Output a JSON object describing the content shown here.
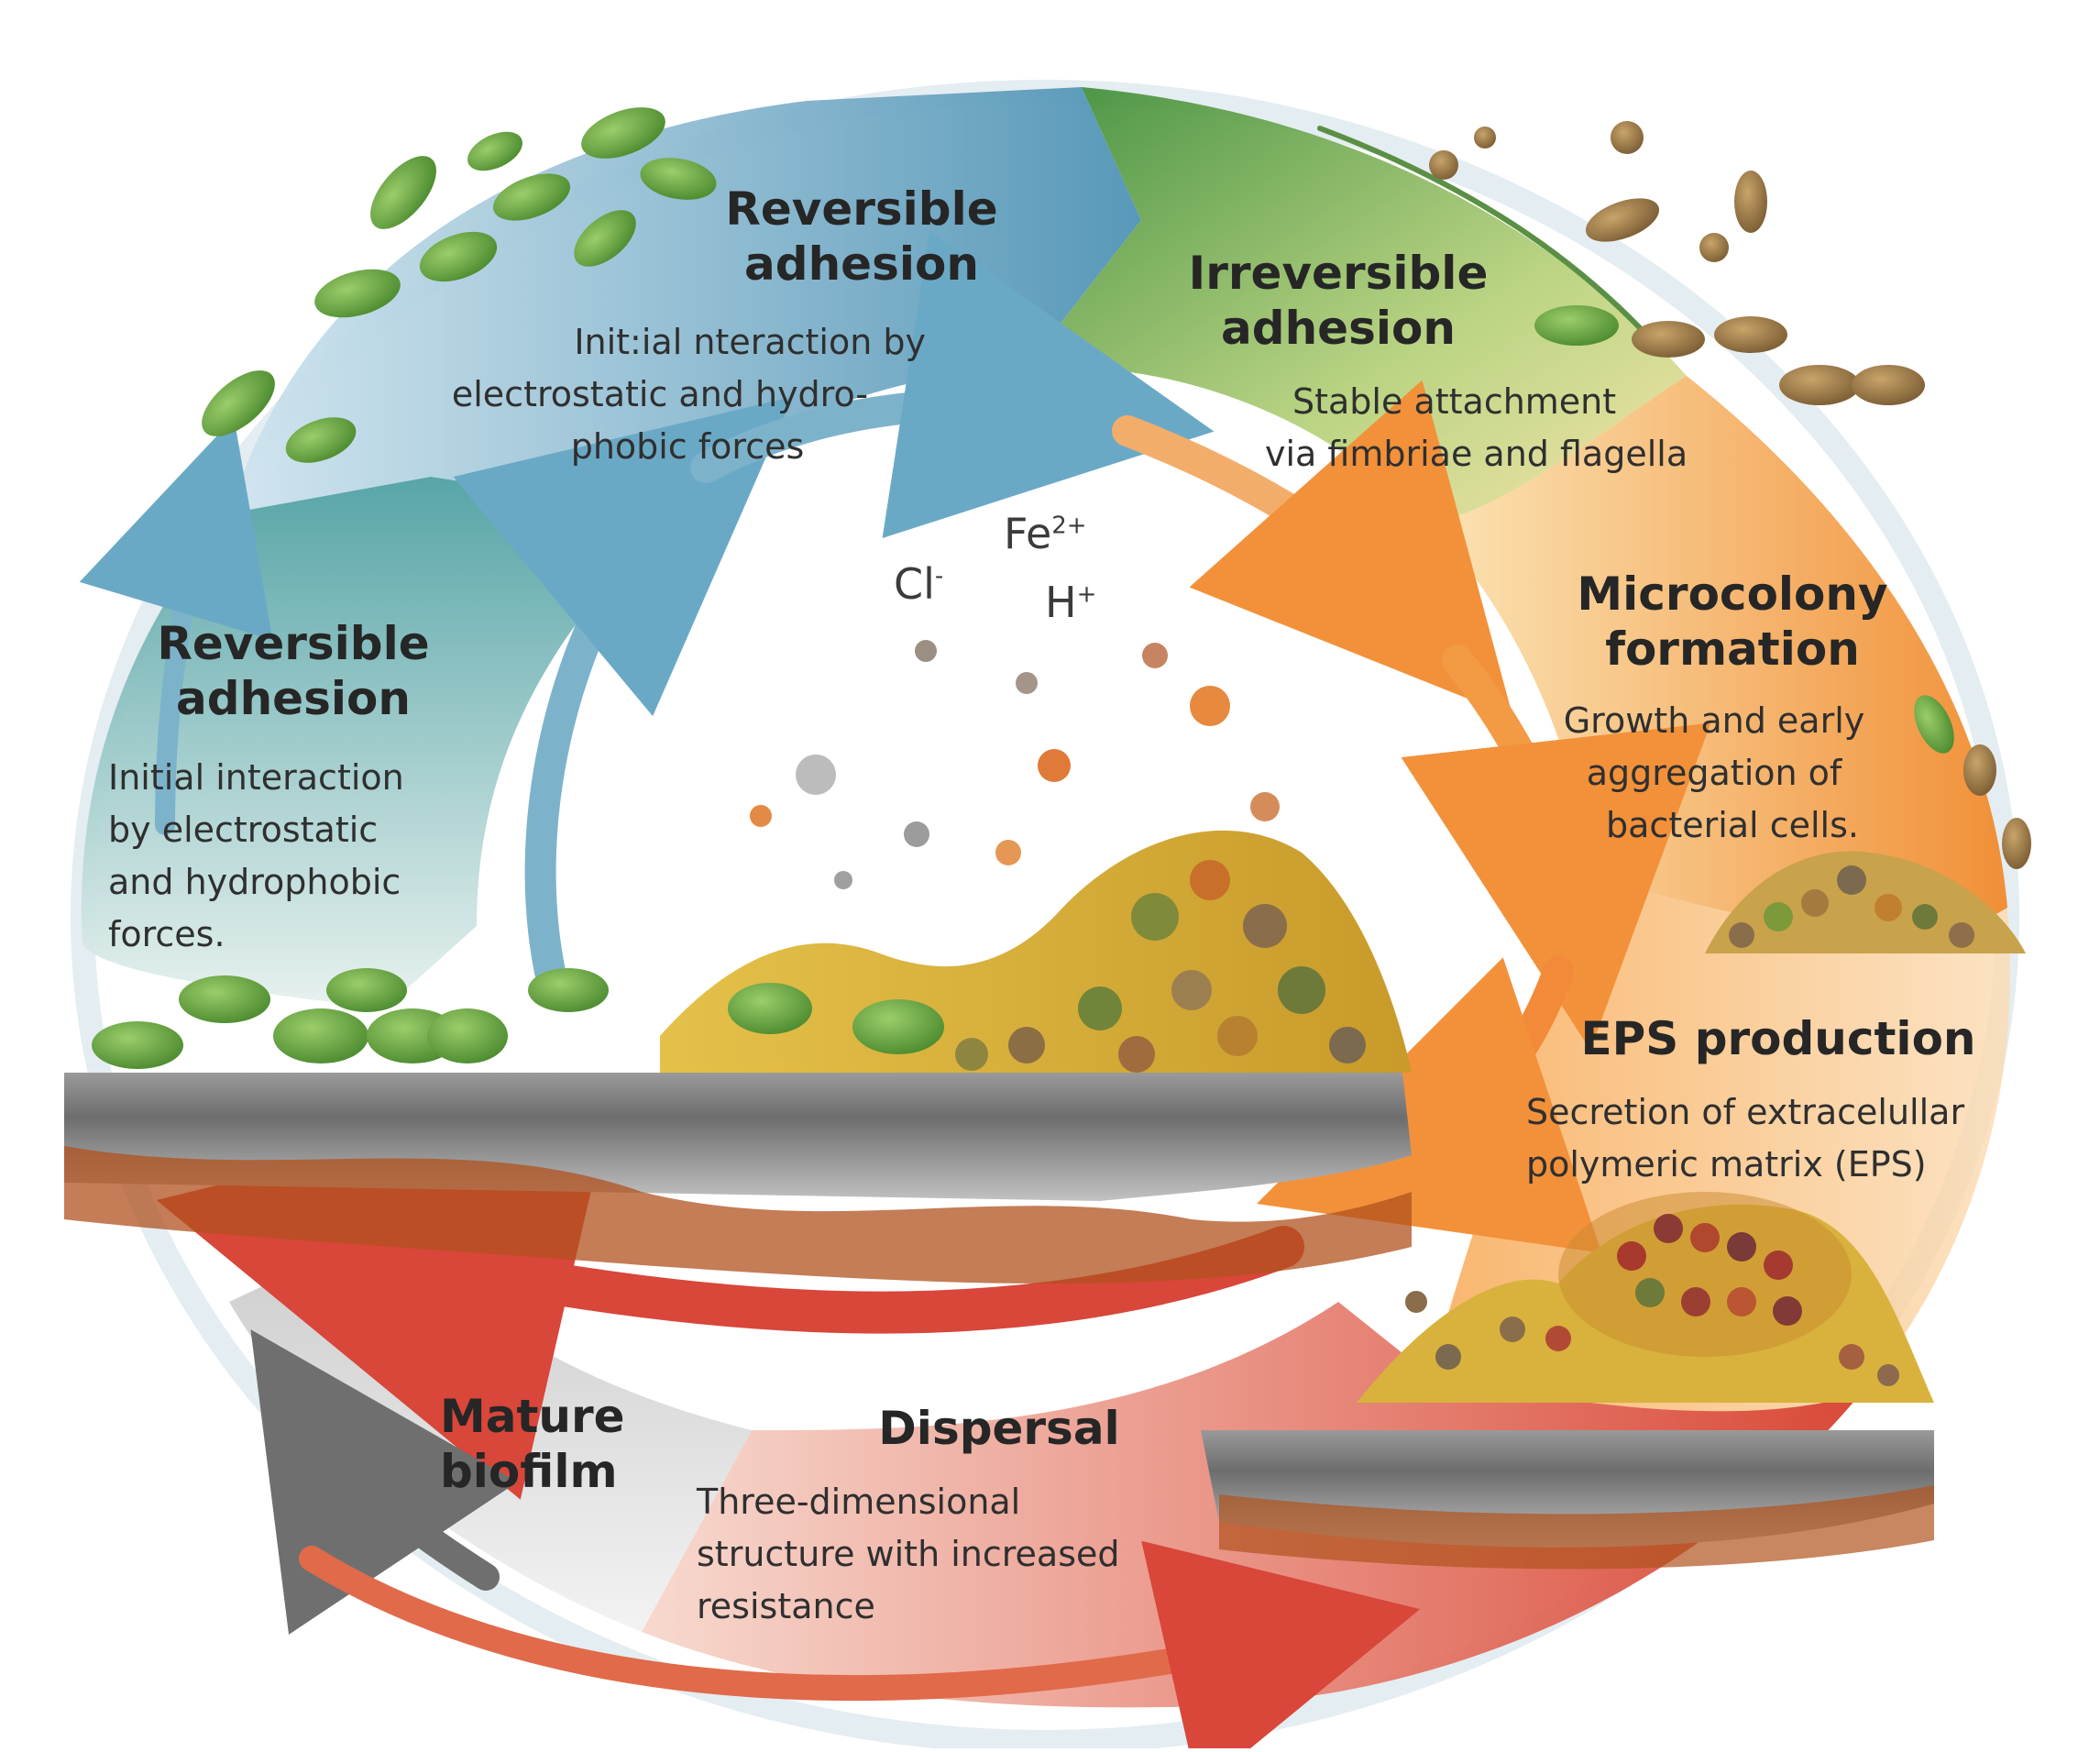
{
  "stages": [
    {
      "id": "reversible-top",
      "title_line1": "Reversible",
      "title_line2": "adhesion",
      "desc_lines": [
        "Init:ial nteraction by",
        "electrostatic and hydro-",
        "phobic forces"
      ],
      "color": "#5b9dbb"
    },
    {
      "id": "reversible-left",
      "title_line1": "Reversible",
      "title_line2": "adhesion",
      "desc_lines": [
        "Initial interaction",
        "by electrostatic",
        "and hydrophobic",
        "forces."
      ],
      "color": "#5aa6a8"
    },
    {
      "id": "irreversible",
      "title_line1": "Irreversible",
      "title_line2": "adhesion",
      "desc_lines": [
        "Stable attachment",
        "via fimbriae and flagella"
      ],
      "color": "#3f8f3c"
    },
    {
      "id": "microcolony",
      "title_line1": "Microcolony",
      "title_line2": "formation",
      "desc_lines": [
        "Growth and early",
        "aggregation of",
        "bacterial cells."
      ],
      "color": "#f29a35"
    },
    {
      "id": "eps",
      "title_line1": "EPS production",
      "title_line2": "",
      "desc_lines": [
        "Secretion of extracelullar",
        "polymeric matrix (EPS)"
      ],
      "color": "#f07a2a"
    },
    {
      "id": "dispersal",
      "title_line1": "Dispersal",
      "title_line2": "",
      "desc_lines": [
        "Three-dimensional",
        "structure with increased",
        "resistance"
      ],
      "color": "#d9463a"
    },
    {
      "id": "mature",
      "title_line1": "Mature",
      "title_line2": "biofilm",
      "desc_lines": [],
      "color": "#7c7c7c"
    }
  ],
  "ions": {
    "cl": "Cl",
    "cl_sup": "-",
    "fe": "Fe",
    "fe_sup": "2+",
    "h": "H",
    "h_sup": "+"
  }
}
